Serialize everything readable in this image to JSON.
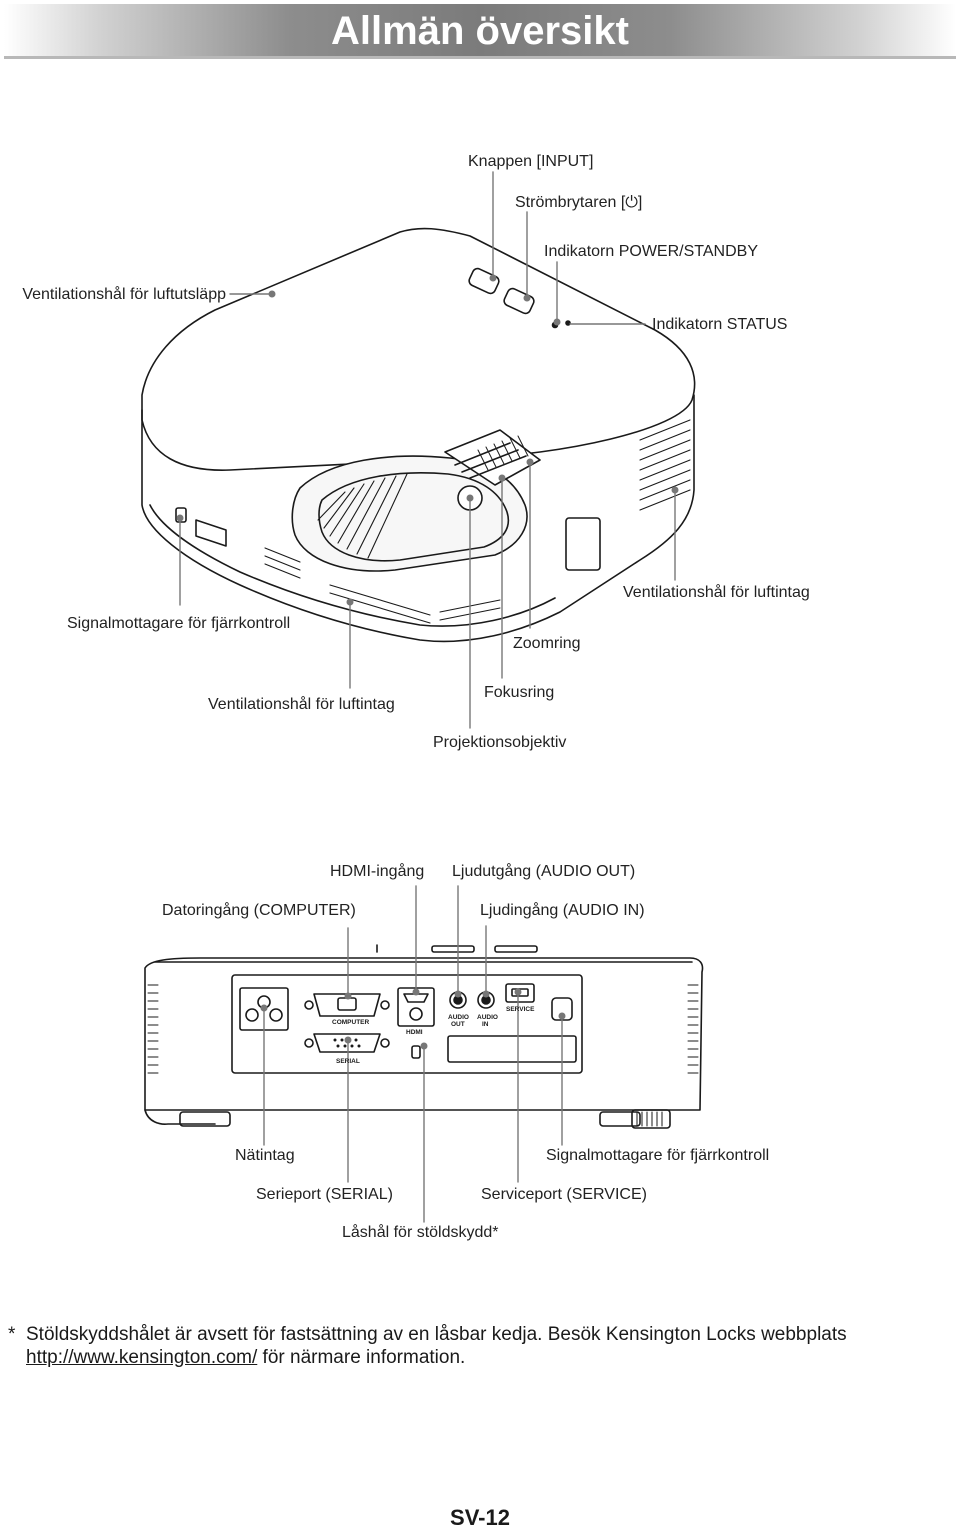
{
  "header": {
    "title": "Allmän översikt"
  },
  "top_view": {
    "labels": {
      "input_button": "Knappen [INPUT]",
      "power_switch": "Strömbrytaren [⏻]",
      "power_standby_indicator": "Indikatorn POWER/STANDBY",
      "exhaust_vent": "Ventilationshål för luftutsläpp",
      "status_indicator": "Indikatorn STATUS",
      "intake_vent_right": "Ventilationshål för luftintag",
      "remote_receiver_front": "Signalmottagare för fjärrkontroll",
      "zoom_ring": "Zoomring",
      "intake_vent_front": "Ventilationshål för luftintag",
      "focus_ring": "Fokusring",
      "projection_lens": "Projektionsobjektiv"
    }
  },
  "rear_view": {
    "labels": {
      "hdmi_input": "HDMI-ingång",
      "audio_out": "Ljudutgång (AUDIO OUT)",
      "computer_input": "Datoringång (COMPUTER)",
      "audio_in": "Ljudingång (AUDIO IN)",
      "power_inlet": "Nätintag",
      "remote_receiver_rear": "Signalmottagare för fjärrkontroll",
      "serial_port": "Serieport (SERIAL)",
      "service_port": "Serviceport (SERVICE)",
      "security_slot": "Låshål för stöldskydd*"
    },
    "port_markings": {
      "computer": "COMPUTER",
      "serial": "SERIAL",
      "hdmi": "HDMI",
      "audio_out_line1": "AUDIO",
      "audio_out_line2": "OUT",
      "audio_in_line1": "AUDIO",
      "audio_in_line2": "IN",
      "service": "SERVICE"
    }
  },
  "footnote": {
    "marker": "*",
    "line1": "Stöldskyddshålet är avsett för fastsättning av en låsbar kedja. Besök Kensington Locks webbplats",
    "link": "http://www.kensington.com/",
    "line2_rest": " för närmare information."
  },
  "page_number": "SV-12",
  "colors": {
    "title_text": "#ffffff",
    "title_bar_mid": "#7b7b7b",
    "line": "#1a1a1a",
    "leader": "#777777"
  }
}
